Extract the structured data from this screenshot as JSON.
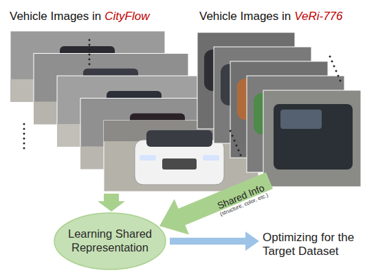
{
  "diagram": {
    "nodes": [
      {
        "text": [
          "Learning Shared Representation"
        ]
      },
      {
        "text": [
          "Optimizing for the Target Dataset"
        ]
      }
    ],
    "edges": [
      {
        "from": 0,
        "to": 1,
        "arrow": "to"
      }
    ],
    "labels": [
      "Vehicle Images in",
      "CityFlow",
      "Vehicle Images in",
      "VeRi-776",
      "Shared Info",
      "(structure, color, etc.)"
    ]
  }
}
